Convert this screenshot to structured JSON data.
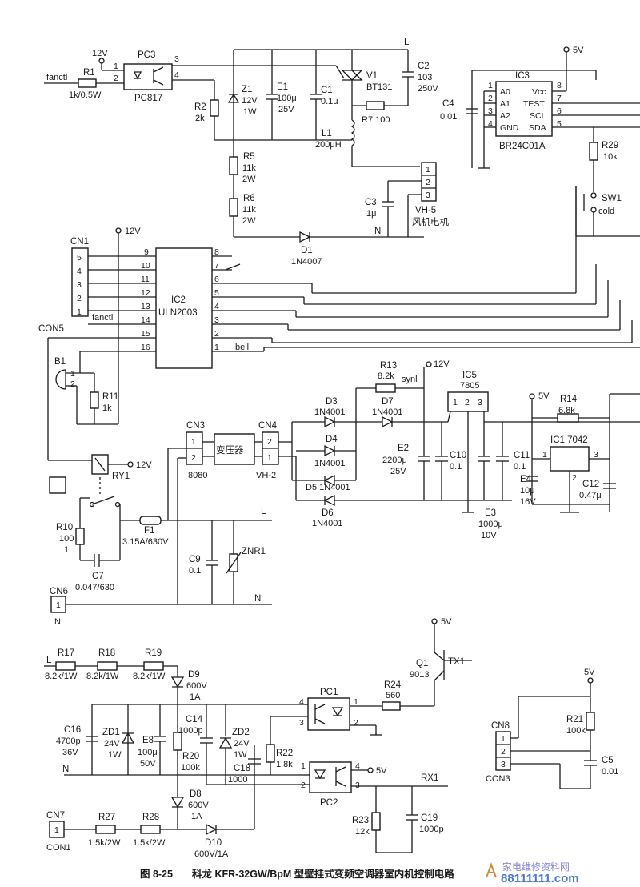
{
  "caption": {
    "figure_no": "图 8-25",
    "title": "科龙 KFR-32GW/BpM 型壁挂式变频空调器室内机控制电路"
  },
  "watermark": {
    "site": "家电维修资料网",
    "url": "88111111.com"
  },
  "labels": {
    "v12_top": "12V",
    "fanctl_in": "fanctl",
    "r1_ref": "R1",
    "r1_val": "1k/0.5W",
    "pc3_ref": "PC3",
    "pc3_part": "PC817",
    "pc3_p1": "1",
    "pc3_p2": "2",
    "pc3_p3": "3",
    "pc3_p4": "4",
    "r2_ref": "R2",
    "r2_val": "2k",
    "z1_ref": "Z1",
    "z1_v": "12V",
    "z1_w": "1W",
    "e1_ref": "E1",
    "e1_v": "100μ",
    "e1_w": "25V",
    "c1_ref": "C1",
    "c1_v": "0.1μ",
    "L_top": "L",
    "v1_ref": "V1",
    "v1_part": "BT131",
    "c2_ref": "C2",
    "c2_v": "103",
    "c2_w": "250V",
    "r7_val": "R7 100",
    "l1_ref": "L1",
    "l1_v": "200μH",
    "r5_ref": "R5",
    "r5_v": "11k",
    "r5_w": "2W",
    "r6_ref": "R6",
    "r6_v": "11k",
    "r6_w": "2W",
    "vh5_p1": "1",
    "vh5_p2": "2",
    "vh5_p3": "3",
    "vh5_ref": "VH-5",
    "fan_motor": "风机电机",
    "c3_ref": "C3",
    "c3_v": "1μ",
    "N_fan": "N",
    "d1_ref": "D1",
    "d1_part": "1N4007",
    "v5_ic3": "5V",
    "ic3_ref": "IC3",
    "ic3_part": "BR24C01A",
    "ic3_a0": "A0",
    "ic3_a1": "A1",
    "ic3_a2": "A2",
    "ic3_gnd": "GND",
    "ic3_vcc": "Vcc",
    "ic3_test": "TEST",
    "ic3_scl": "SCL",
    "ic3_sda": "SDA",
    "ic3_p1": "1",
    "ic3_p2": "2",
    "ic3_p3": "3",
    "ic3_p4": "4",
    "ic3_p5": "5",
    "ic3_p6": "6",
    "ic3_p7": "7",
    "ic3_p8": "8",
    "c4_ref": "C4",
    "c4_v": "0.01",
    "r29_ref": "R29",
    "r29_v": "10k",
    "sw1_ref": "SW1",
    "sw1_v": "cold",
    "v12_cn1": "12V",
    "cn1_ref": "CN1",
    "cn1_p5": "5",
    "cn1_p4": "4",
    "cn1_p3": "3",
    "cn1_p2": "2",
    "cn1_p1": "1",
    "ic2_ref": "IC2",
    "ic2_part": "ULN2003",
    "ic2_l9": "9",
    "ic2_l10": "10",
    "ic2_l11": "11",
    "ic2_l12": "12",
    "ic2_l13": "13",
    "ic2_l14": "14",
    "ic2_l15": "15",
    "ic2_l16": "16",
    "ic2_r8": "8",
    "ic2_r7": "7",
    "ic2_r6": "6",
    "ic2_r5": "5",
    "ic2_r4": "4",
    "ic2_r3": "3",
    "ic2_r2": "2",
    "ic2_r1": "1",
    "fanctl_ic2": "fanctl",
    "bell": "bell",
    "con5": "CON5",
    "b1_ref": "B1",
    "b1_p1": "1",
    "b1_p2": "2",
    "r11_ref": "R11",
    "r11_v": "1k",
    "r13_ref": "R13",
    "r13_v": "8.2k",
    "synl": "synl",
    "v12_r13": "12V",
    "d3_ref": "D3",
    "d3_part": "1N4001",
    "d7_ref": "D7",
    "d7_part": "1N4001",
    "d4_ref": "D4",
    "d4_part": "1N4001",
    "d5_ref": "D5 1N4001",
    "d6_ref": "D6",
    "d6_part": "1N4001",
    "e2_ref": "E2",
    "e2_v": "2200μ",
    "e2_w": "25V",
    "c10_ref": "C10",
    "c10_v": "0.1",
    "ic5_ref": "IC5",
    "ic5_part": "7805",
    "ic5_p1": "1",
    "ic5_p2": "2",
    "ic5_p3": "3",
    "e3_ref": "E3",
    "e3_v": "1000μ",
    "e3_w": "10V",
    "c11_ref": "C11",
    "c11_v": "0.1",
    "v5_r14": "5V",
    "r14_ref": "R14",
    "r14_v": "6.8k",
    "ic1_ref": "IC1 7042",
    "ic1_p1": "1",
    "ic1_p2": "2",
    "ic1_p3": "3",
    "e4_ref": "E4",
    "e4_v": "10μ",
    "e4_w": "16V",
    "c12_ref": "C12",
    "c12_v": "0.47μ",
    "cn3_ref": "CN3",
    "cn3_p1": "1",
    "cn3_p2": "2",
    "cn3_part": "8080",
    "transformer": "变压器",
    "cn4_ref": "CN4",
    "cn4_p2": "2",
    "cn4_p1": "1",
    "cn4_part": "VH-2",
    "ry1_ref": "RY1",
    "v12_ry1": "12V",
    "r10_ref": "R10",
    "r10_v": "100",
    "r10_w": "1",
    "f1_ref": "F1",
    "f1_v": "3.15A/630V",
    "c7_ref": "C7",
    "c7_v": "0.047/630",
    "L_mid": "L",
    "c9_ref": "C9",
    "c9_v": "0.1",
    "znr1_ref": "ZNR1",
    "cn6_ref": "CN6",
    "cn6_p1": "1",
    "cn6_n": "N",
    "N_mid": "N",
    "v5_q1": "5V",
    "q1_ref": "Q1",
    "q1_part": "9013",
    "tx1": "TX1",
    "L_bot": "L",
    "r17_ref": "R17",
    "r17_v": "8.2k/1W",
    "r18_ref": "R18",
    "r18_v": "8.2k/1W",
    "r19_ref": "R19",
    "r19_v": "8.2k/1W",
    "d9_ref": "D9",
    "d9_v": "600V",
    "d9_w": "1A",
    "r24_ref": "R24",
    "r24_v": "560",
    "pc1_ref": "PC1",
    "pc1_p4": "4",
    "pc1_p3": "3",
    "pc1_p1": "1",
    "pc1_p2": "2",
    "c16_ref": "C16",
    "c16_v": "4700p",
    "c16_w": "36V",
    "zd1_ref": "ZD1",
    "zd1_v": "24V",
    "zd1_w": "1W",
    "e8_ref": "E8",
    "e8_v": "100μ",
    "e8_w": "50V",
    "c14_ref": "C14",
    "c14_v": "1000p",
    "r20_ref": "R20",
    "r20_v": "100k",
    "zd2_ref": "ZD2",
    "zd2_v": "24V",
    "zd2_w": "1W",
    "r22_ref": "R22",
    "r22_v": "1.8k",
    "c18_ref": "C18",
    "c18_v": "1000",
    "N_bot": "N",
    "pc2_ref": "PC2",
    "pc2_p1": "1",
    "pc2_p2": "2",
    "pc2_p3": "3",
    "pc2_p4": "4",
    "v5_pc2": "5V",
    "rx1": "RX1",
    "d8_ref": "D8",
    "d8_v": "600V",
    "d8_w": "1A",
    "r23_ref": "R23",
    "r23_v": "12k",
    "c19_ref": "C19",
    "c19_v": "1000p",
    "cn7_ref": "CN7",
    "cn7_p1": "1",
    "con1": "CON1",
    "r27_ref": "R27",
    "r27_v": "1.5k/2W",
    "r28_ref": "R28",
    "r28_v": "1.5k/2W",
    "d10_ref": "D10",
    "d10_v": "600V/1A",
    "v5_cn8": "5V",
    "cn8_ref": "CN8",
    "cn8_p1": "1",
    "cn8_p2": "2",
    "cn8_p3": "3",
    "con3": "CON3",
    "r21_ref": "R21",
    "r21_v": "100k",
    "c5_ref": "C5",
    "c5_v": "0.01"
  }
}
